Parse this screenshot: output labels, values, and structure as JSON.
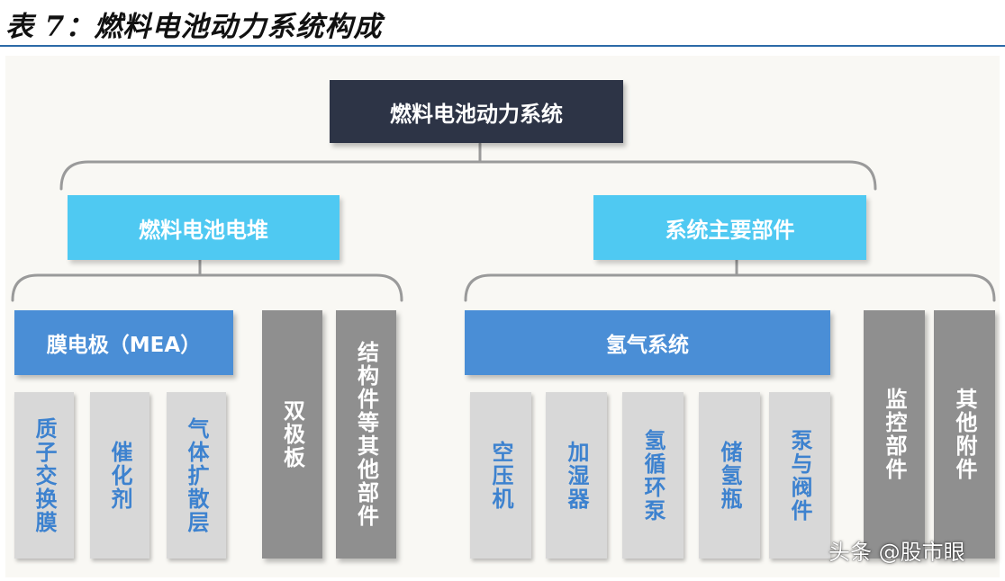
{
  "title": "表 7：燃料电池动力系统构成",
  "root": "燃料电池动力系统",
  "stack": {
    "label": "燃料电池电堆",
    "mea": "膜电极（MEA）",
    "mea_parts": [
      "质子交换膜",
      "催化剂",
      "气体扩散层"
    ],
    "bipolar": "双极板",
    "structure": "结构件等其他部件"
  },
  "system": {
    "label": "系统主要部件",
    "hydrogen": "氢气系统",
    "hydrogen_parts": [
      "空压机",
      "加湿器",
      "氢循环泵",
      "储氢瓶",
      "泵与阀件"
    ],
    "monitor": "监控部件",
    "other": "其他附件"
  },
  "watermark": "头条 @股市眼",
  "colors": {
    "root": "#2d3446",
    "level1": "#4fc9f2",
    "level2": "#4a8ed6",
    "gray_column": "#8f8f8f",
    "leaf_bg": "#d8d8d8",
    "leaf_text": "#3d82cf",
    "bracket": "#9a9a9a"
  }
}
